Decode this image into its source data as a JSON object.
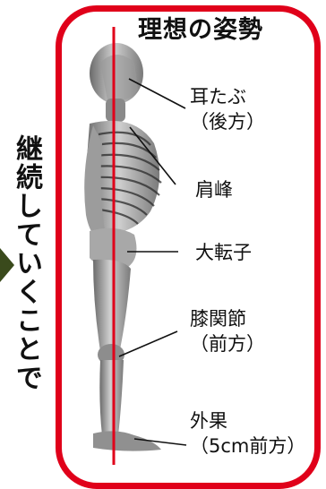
{
  "side_text": "継続していくことで",
  "panel": {
    "title": "理想の姿勢",
    "labels": [
      {
        "line1": "耳たぶ",
        "line2": "（後方）"
      },
      {
        "line1": "肩峰",
        "line2": ""
      },
      {
        "line1": "大転子",
        "line2": ""
      },
      {
        "line1": "膝関節",
        "line2": "（前方）"
      },
      {
        "line1": "外果",
        "line2": "（5cm前方）"
      }
    ]
  },
  "colors": {
    "frame": "#e0001a",
    "plumb_line": "#e0001a",
    "arrow": "#3a4a1c",
    "text": "#111111"
  },
  "icons": [
    "skeleton-side-view-illustration",
    "arrow-right-icon"
  ]
}
